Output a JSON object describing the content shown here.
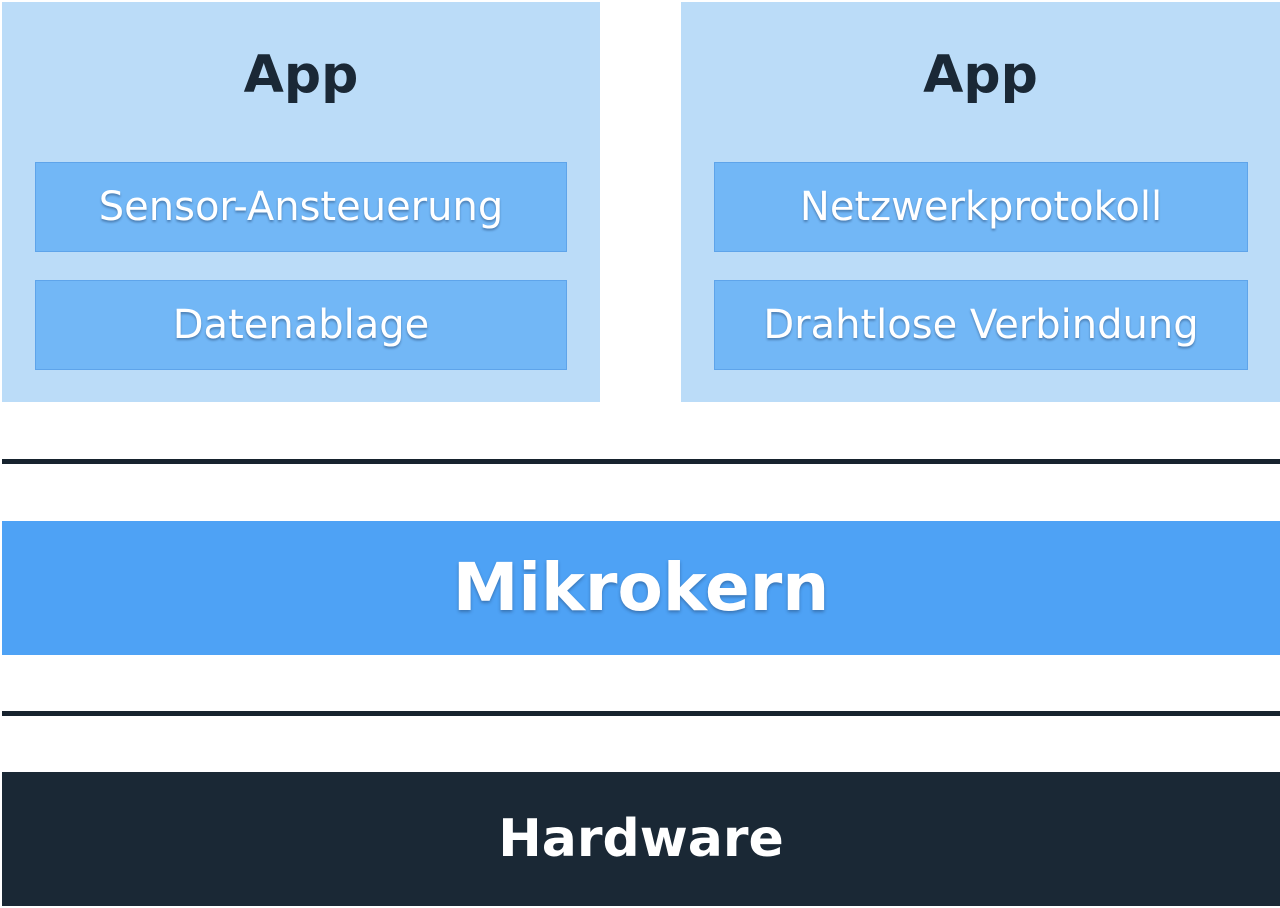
{
  "apps": [
    {
      "title": "App",
      "modules": [
        "Sensor-Ansteuerung",
        "Datenablage"
      ]
    },
    {
      "title": "App",
      "modules": [
        "Netzwerkprotokoll",
        "Drahtlose Verbindung"
      ]
    }
  ],
  "kernel": {
    "label": "Mikrokern"
  },
  "hardware": {
    "label": "Hardware"
  },
  "colors": {
    "app_background": "#bbdcf8",
    "module_background": "#72b7f6",
    "kernel_background": "#4ea2f5",
    "hardware_background": "#1a2835",
    "divider": "#17232e"
  }
}
